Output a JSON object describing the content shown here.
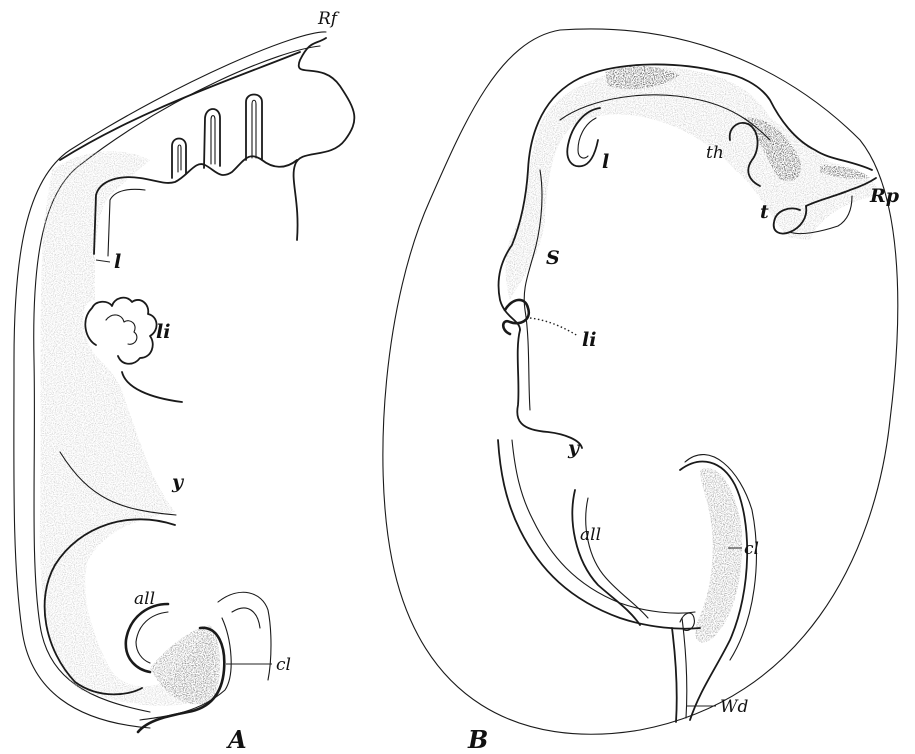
{
  "figure_a": {
    "panel_label": "A",
    "labels": {
      "rf": "Rf",
      "l": "l",
      "li": "li",
      "y": "y",
      "all": "all",
      "cl": "cl"
    }
  },
  "figure_b": {
    "panel_label": "B",
    "labels": {
      "l": "l",
      "th": "th",
      "t": "t",
      "rp": "Rp",
      "s": "S",
      "li": "li",
      "y": "y",
      "all": "all",
      "cl": "cl",
      "wd": "Wd"
    }
  },
  "colors": {
    "ink": "#1a1a1a",
    "stipple_light": "#c9c9c9",
    "stipple_mid": "#9a9a9a",
    "stipple_dark": "#3a3a3a",
    "background": "#ffffff"
  }
}
